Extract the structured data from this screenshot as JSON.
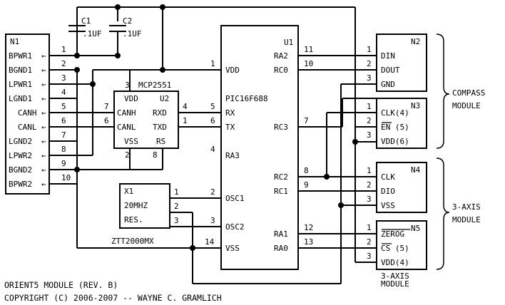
{
  "n1": {
    "ref": "N1",
    "pins": [
      {
        "name": "BPWR1",
        "num": "1"
      },
      {
        "name": "BGND1",
        "num": "2"
      },
      {
        "name": "LPWR1",
        "num": "3"
      },
      {
        "name": "LGND1",
        "num": "4"
      },
      {
        "name": "CANH",
        "num": "5"
      },
      {
        "name": "CANL",
        "num": "6"
      },
      {
        "name": "LGND2",
        "num": "7"
      },
      {
        "name": "LPWR2",
        "num": "8"
      },
      {
        "name": "BGND2",
        "num": "9"
      },
      {
        "name": "BPWR2",
        "num": "10"
      }
    ]
  },
  "c1": {
    "ref": "C1",
    "value": ".1UF"
  },
  "c2": {
    "ref": "C2",
    "value": ".1UF"
  },
  "u2": {
    "ref": "U2",
    "part": "MCP2551",
    "vdd": "VDD",
    "canh": "CANH",
    "canl": "CANL",
    "vss": "VSS",
    "rxd": "RXD",
    "txd": "TXD",
    "rs": "RS",
    "pin_vdd": "3",
    "pin_canh": "7",
    "pin_canl": "6",
    "pin_vss": "2",
    "pin_rs": "8",
    "pin_rxd": "4",
    "pin_txd": "1"
  },
  "u1": {
    "ref": "U1",
    "part": "PIC16F688",
    "left_pins": [
      {
        "name": "VDD",
        "num": "1"
      },
      {
        "name": "RX",
        "num": "5"
      },
      {
        "name": "TX",
        "num": "6"
      },
      {
        "name": "RA3",
        "num": "4"
      },
      {
        "name": "OSC1",
        "num": "2"
      },
      {
        "name": "OSC2",
        "num": "3"
      },
      {
        "name": "VSS",
        "num": "14"
      }
    ],
    "right_pins": [
      {
        "name": "RA2",
        "num": "11"
      },
      {
        "name": "RC0",
        "num": "10"
      },
      {
        "name": "RC3",
        "num": "7"
      },
      {
        "name": "RC2",
        "num": "8"
      },
      {
        "name": "RC1",
        "num": "9"
      },
      {
        "name": "RA1",
        "num": "12"
      },
      {
        "name": "RA0",
        "num": "13"
      }
    ]
  },
  "x1": {
    "ref": "X1",
    "line1": "20MHZ",
    "line2": "RES.",
    "part": "ZTT2000MX",
    "pin1": "1",
    "pin2": "2",
    "pin3": "3"
  },
  "n2": {
    "ref": "N2",
    "pins": [
      {
        "name": "DIN",
        "num": "1"
      },
      {
        "name": "DOUT",
        "num": "2"
      },
      {
        "name": "GND",
        "num": "3"
      }
    ]
  },
  "n3": {
    "ref": "N3",
    "pins": [
      {
        "name": "CLK(4)",
        "num": "1"
      },
      {
        "name": "EN (5)",
        "num": "2"
      },
      {
        "name": "VDD(6)",
        "num": "3"
      }
    ]
  },
  "n4": {
    "ref": "N4",
    "pins": [
      {
        "name": "CLK",
        "num": "1"
      },
      {
        "name": "DIO",
        "num": "2"
      },
      {
        "name": "VSS",
        "num": "3"
      }
    ]
  },
  "n5": {
    "ref": "N5",
    "pins": [
      {
        "name": "ZEROG",
        "num": "1"
      },
      {
        "name": "CS (5)",
        "num": "2"
      },
      {
        "name": "VDD(4)",
        "num": "3"
      }
    ],
    "below": "3-AXIS",
    "below2": "MODULE"
  },
  "labels": {
    "compass1": "COMPASS",
    "compass2": "MODULE",
    "axis1": "3-AXIS",
    "axis2": "MODULE",
    "title": "ORIENT5 MODULE (REV. B)",
    "copyright": "COPYRIGHT (C) 2006-2007 -- WAYNE C. GRAMLICH"
  }
}
